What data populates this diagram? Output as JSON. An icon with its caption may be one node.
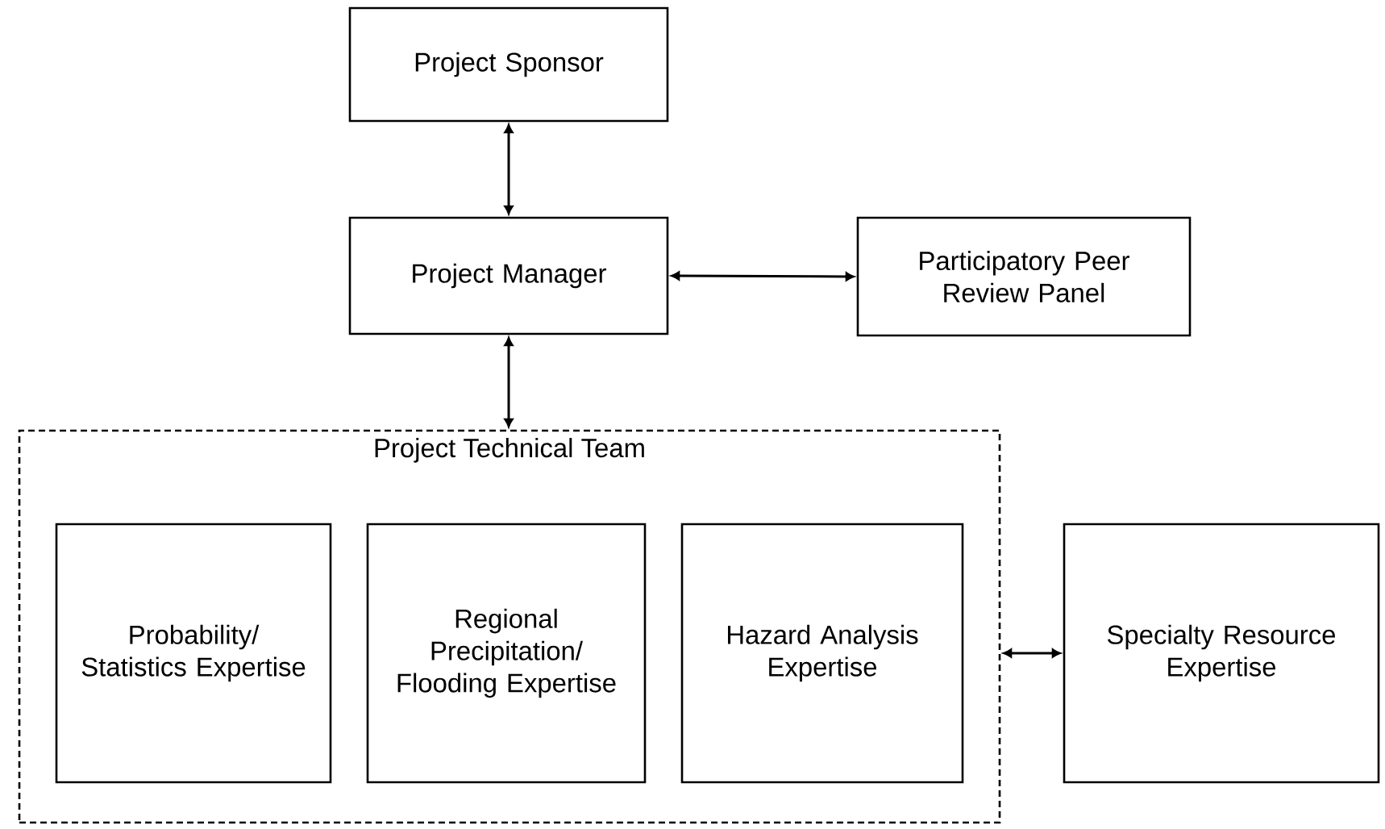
{
  "diagram": {
    "nodes": [
      {
        "text": [
          "Project Sponsor"
        ]
      },
      {
        "text": [
          "Project Manager"
        ]
      },
      {
        "text": [
          "Participatory Peer Review Panel"
        ]
      },
      {
        "text": [
          "Project Technical Team"
        ]
      },
      {
        "text": [
          "Probability/ Statistics Expertise"
        ],
        "in": 3
      },
      {
        "text": [
          "Regional Precipitation/ Flooding Expertise"
        ],
        "in": 3
      },
      {
        "text": [
          "Hazard Analysis Expertise"
        ],
        "in": 3
      },
      {
        "text": [
          "Specialty Resource Expertise"
        ]
      }
    ],
    "edges": [
      {
        "from": 0,
        "to": 1,
        "arrow": "both"
      },
      {
        "from": 1,
        "to": 2,
        "arrow": "both"
      },
      {
        "from": 1,
        "to": 3,
        "arrow": "both"
      },
      {
        "from": 3,
        "to": 7,
        "arrow": "both"
      }
    ]
  }
}
